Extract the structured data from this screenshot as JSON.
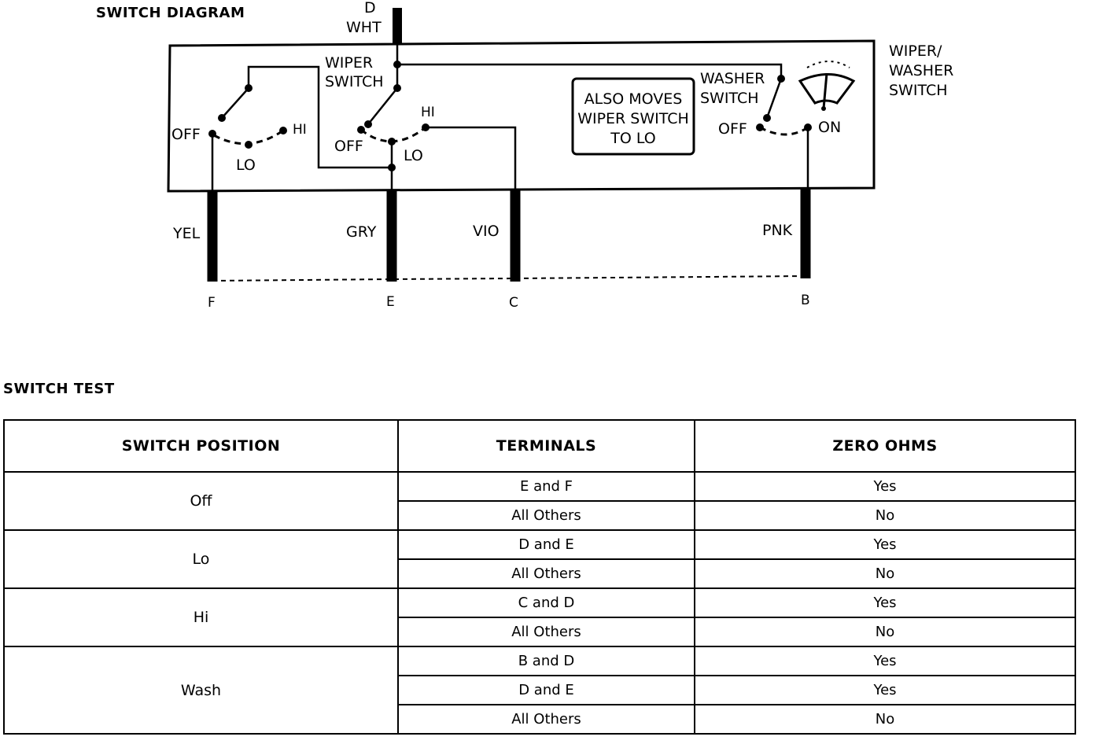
{
  "diagram": {
    "title": "SWITCH DIAGRAM",
    "component_label": [
      "WIPER/",
      "WASHER",
      "SWITCH"
    ],
    "top_terminal": {
      "letter": "D",
      "wire": "WHT"
    },
    "wiper_switch_label": [
      "WIPER",
      "SWITCH"
    ],
    "washer_switch_label": [
      "WASHER",
      "SWITCH"
    ],
    "note": [
      "ALSO MOVES",
      "WIPER SWITCH",
      "TO LO"
    ],
    "contacts": {
      "left_off": "OFF",
      "left_lo": "LO",
      "left_hi": "HI",
      "mid_off": "OFF",
      "mid_lo": "LO",
      "mid_hi": "HI",
      "washer_off": "OFF",
      "washer_on": "ON"
    },
    "bottom_terminals": [
      {
        "wire": "YEL",
        "letter": "F"
      },
      {
        "wire": "GRY",
        "letter": "E"
      },
      {
        "wire": "VIO",
        "letter": "C"
      },
      {
        "wire": "PNK",
        "letter": "B"
      }
    ],
    "icon": "windshield-wiper-icon"
  },
  "test": {
    "title": "SWITCH TEST",
    "headers": [
      "SWITCH POSITION",
      "TERMINALS",
      "ZERO OHMS"
    ],
    "groups": [
      {
        "position": "Off",
        "rows": [
          {
            "terminals": "E and F",
            "zero_ohms": "Yes"
          },
          {
            "terminals": "All Others",
            "zero_ohms": "No"
          }
        ]
      },
      {
        "position": "Lo",
        "rows": [
          {
            "terminals": "D and E",
            "zero_ohms": "Yes"
          },
          {
            "terminals": "All Others",
            "zero_ohms": "No"
          }
        ]
      },
      {
        "position": "Hi",
        "rows": [
          {
            "terminals": "C and D",
            "zero_ohms": "Yes"
          },
          {
            "terminals": "All Others",
            "zero_ohms": "No"
          }
        ]
      },
      {
        "position": "Wash",
        "rows": [
          {
            "terminals": "B and D",
            "zero_ohms": "Yes"
          },
          {
            "terminals": "D and E",
            "zero_ohms": "Yes"
          },
          {
            "terminals": "All Others",
            "zero_ohms": "No"
          }
        ]
      }
    ]
  }
}
